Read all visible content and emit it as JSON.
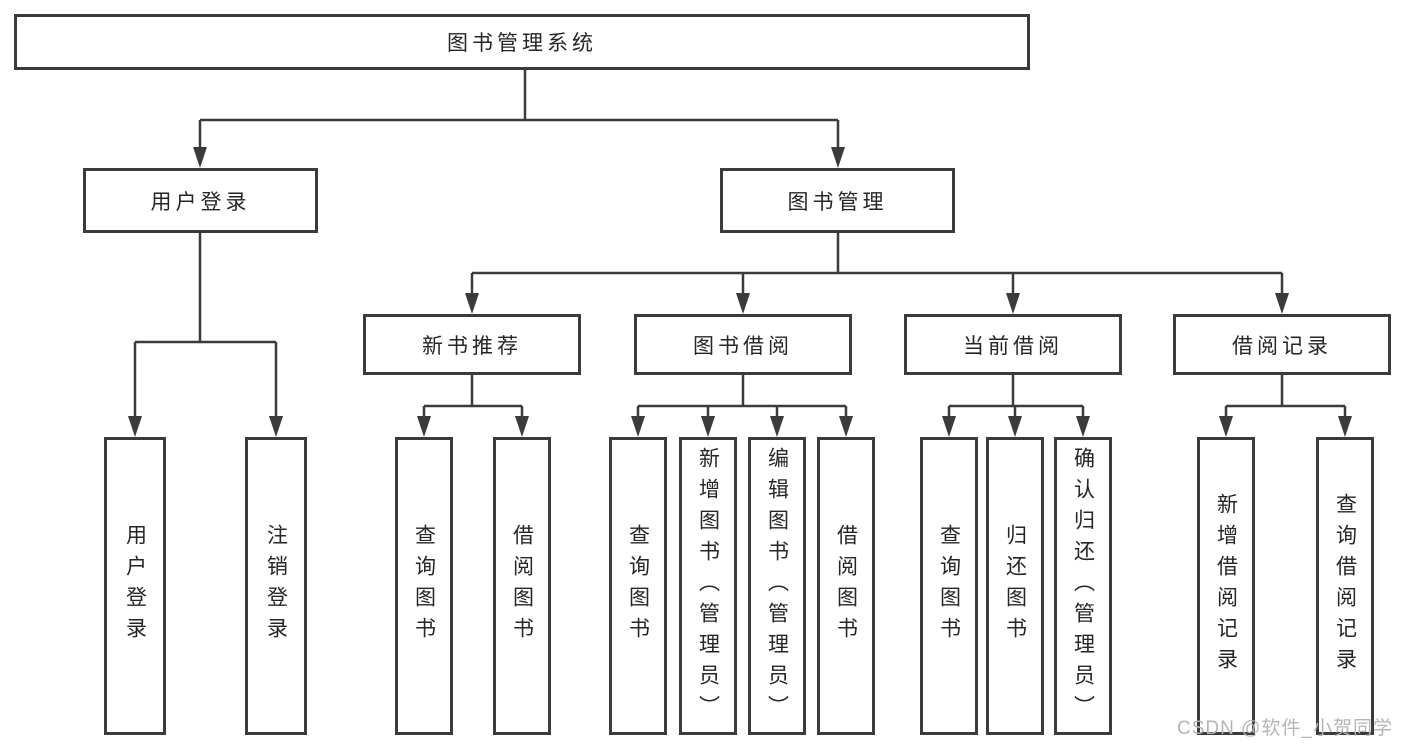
{
  "colors": {
    "background": "#ffffff",
    "line": "#3b3b3b",
    "box_border": "#3b3b3b",
    "text": "#262626",
    "watermark": "#b5b5b5"
  },
  "tree": {
    "root": {
      "label": "图书管理系统"
    },
    "branches": [
      {
        "label": "用户登录",
        "leaves": [
          "用户登录",
          "注销登录"
        ]
      },
      {
        "label": "图书管理",
        "groups": [
          {
            "label": "新书推荐",
            "leaves": [
              "查询图书",
              "借阅图书"
            ]
          },
          {
            "label": "图书借阅",
            "leaves": [
              "查询图书",
              "新增图书（管理员）",
              "编辑图书（管理员）",
              "借阅图书"
            ]
          },
          {
            "label": "当前借阅",
            "leaves": [
              "查询图书",
              "归还图书",
              "确认归还（管理员）"
            ]
          },
          {
            "label": "借阅记录",
            "leaves": [
              "新增借阅记录",
              "查询借阅记录"
            ]
          }
        ]
      }
    ]
  },
  "watermark": {
    "text": "CSDN @软件_小贺同学"
  }
}
